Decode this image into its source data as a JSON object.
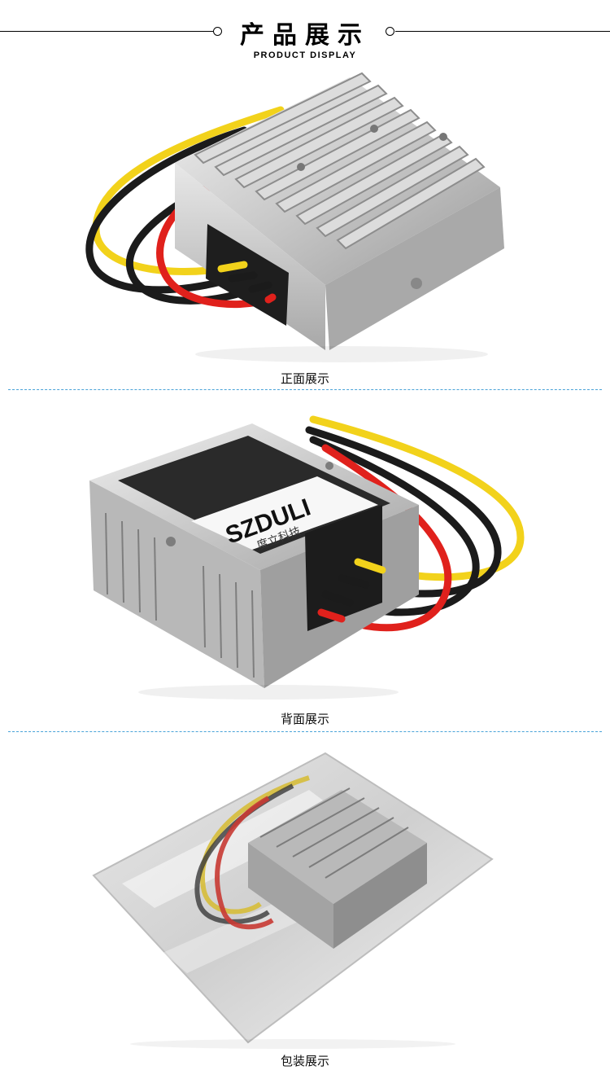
{
  "header": {
    "title": "产品展示",
    "subtitle": "PRODUCT DISPLAY"
  },
  "sections": [
    {
      "caption": "正面展示"
    },
    {
      "caption": "背面展示",
      "label_brand": "SZDULI",
      "label_company": "度立科技"
    },
    {
      "caption": "包装展示"
    }
  ],
  "colors": {
    "divider": "#4aa3d8",
    "aluminum": "#c9c9c9",
    "wire_yellow": "#f2d21b",
    "wire_red": "#e0211c",
    "wire_black": "#1b1b1b"
  }
}
